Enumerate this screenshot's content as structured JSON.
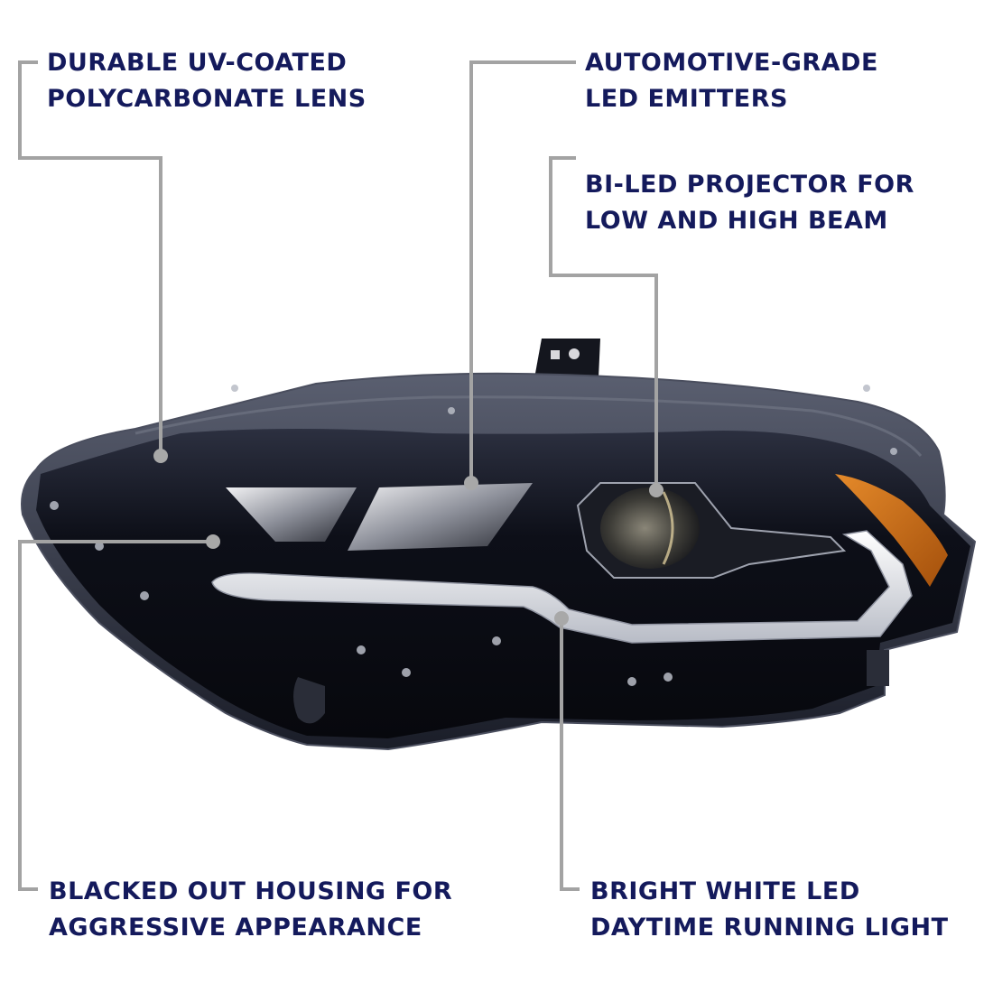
{
  "colors": {
    "label_text": "#141a5c",
    "leader_line": "#a3a3a3",
    "housing": "#0c0e16",
    "lens_edge": "#3a3e4c",
    "drl": "#e4e6ea",
    "amber_reflector": "#c96a14",
    "background": "#ffffff"
  },
  "callouts": [
    {
      "id": "lens",
      "line1": "DURABLE UV-COATED",
      "line2": "POLYCARBONATE LENS"
    },
    {
      "id": "emitters",
      "line1": "AUTOMOTIVE-GRADE",
      "line2": "LED EMITTERS"
    },
    {
      "id": "projector",
      "line1": "BI-LED PROJECTOR FOR",
      "line2": "LOW AND HIGH BEAM"
    },
    {
      "id": "housing",
      "line1": "BLACKED OUT HOUSING FOR",
      "line2": "AGGRESSIVE APPEARANCE"
    },
    {
      "id": "drl",
      "line1": "BRIGHT WHITE LED",
      "line2": "DAYTIME RUNNING LIGHT"
    }
  ],
  "product": {
    "name": "headlight-assembly"
  }
}
